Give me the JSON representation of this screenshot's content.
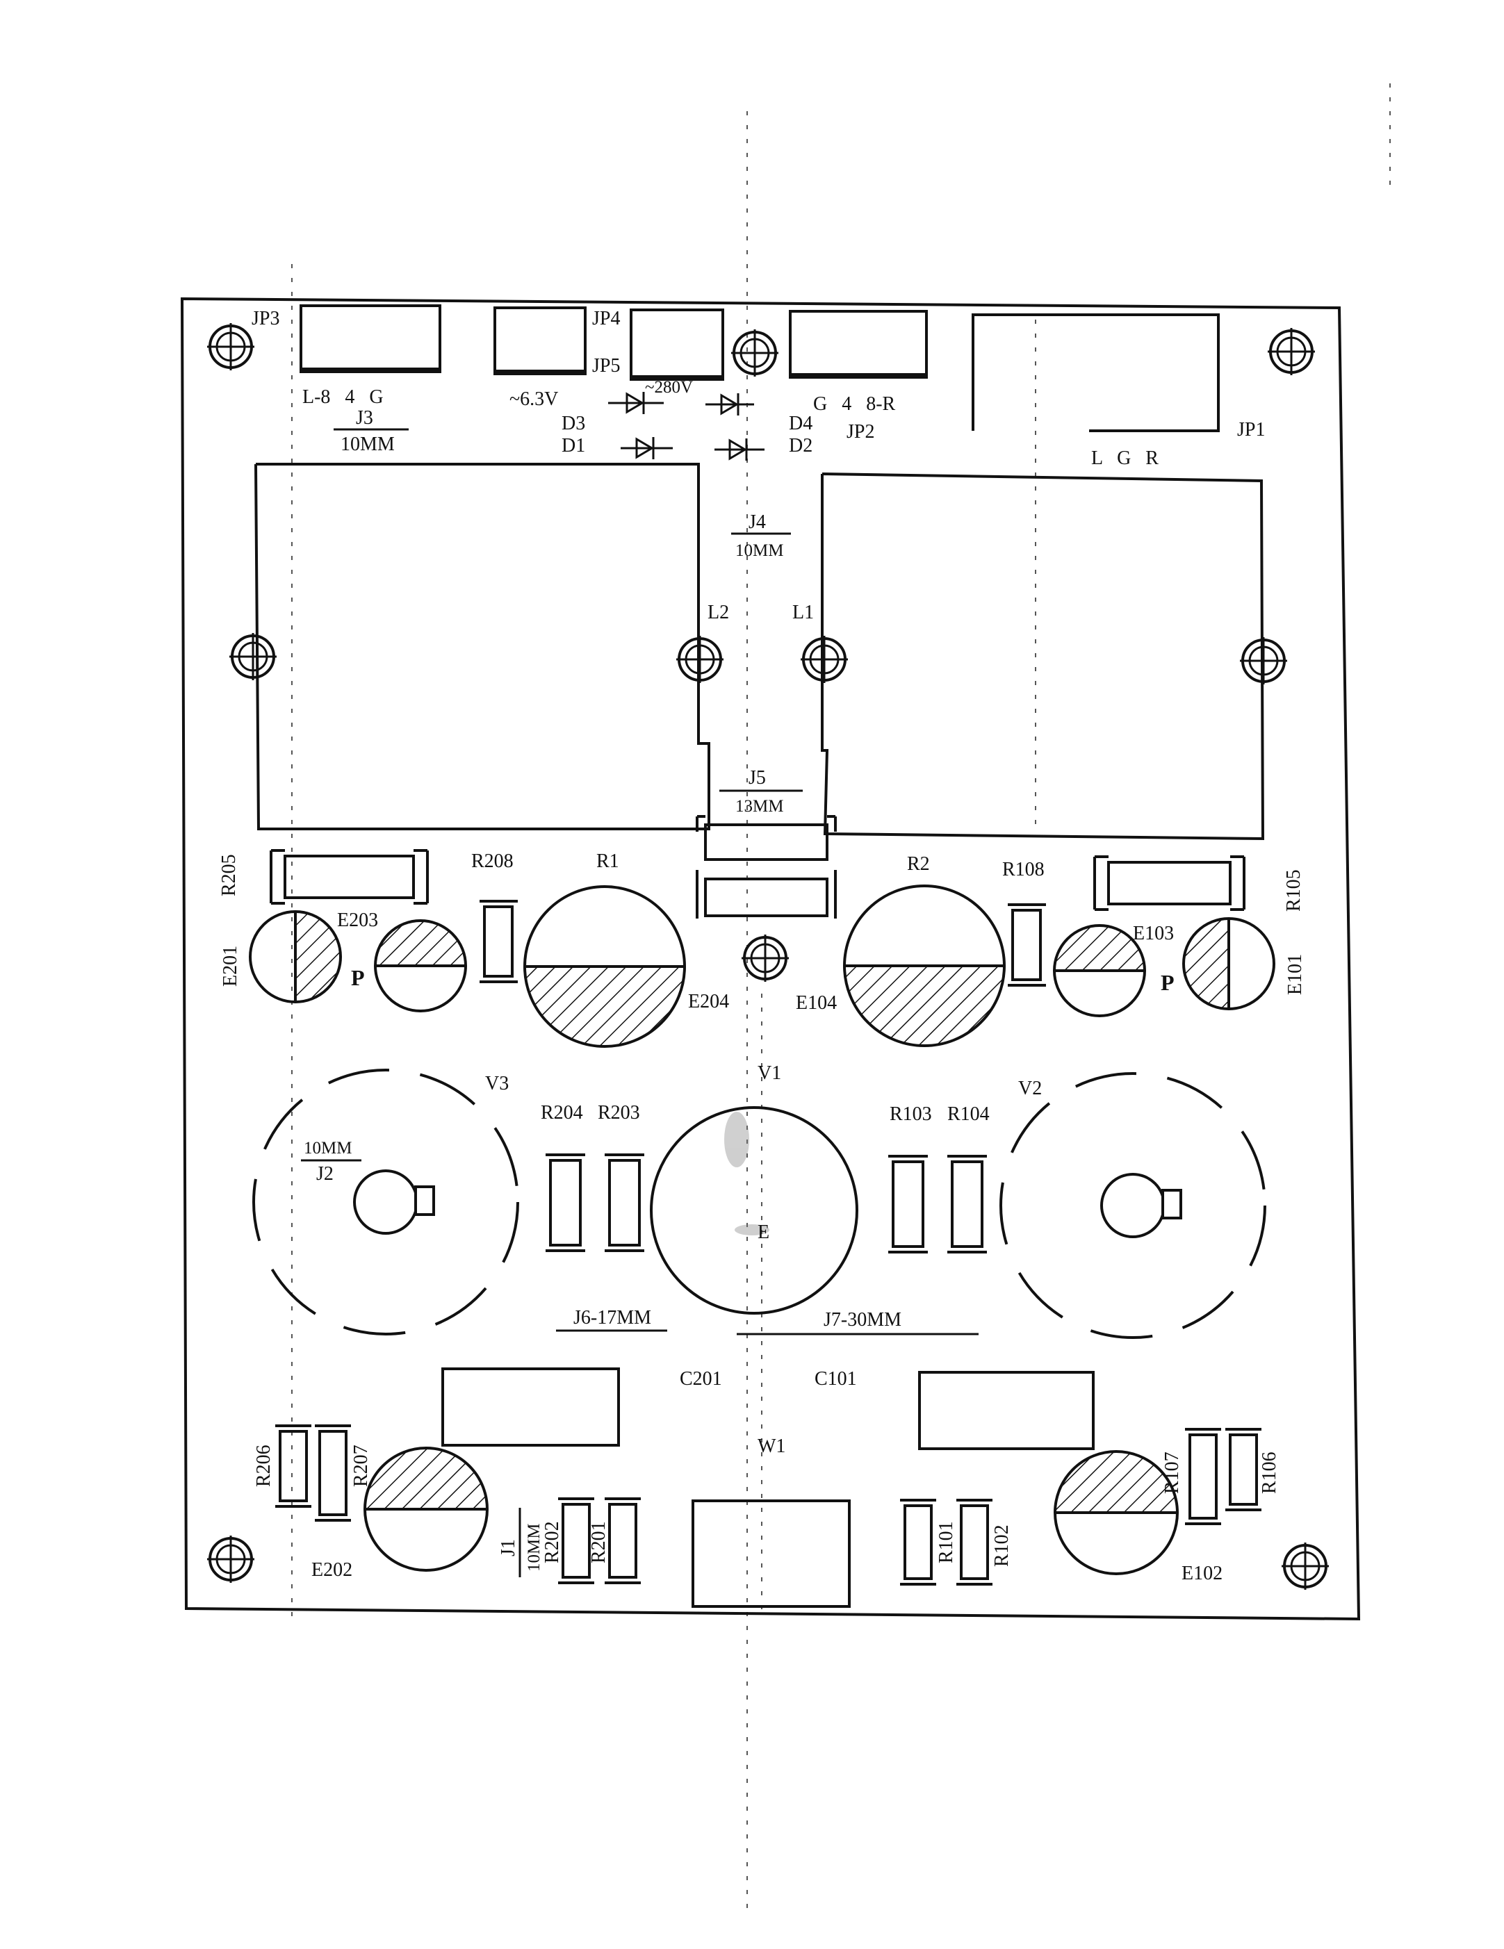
{
  "board": {
    "connectors": {
      "jp3": "JP3",
      "jp4": "JP4",
      "jp5": "JP5",
      "jp1": "JP1",
      "jp2": "JP2",
      "j3_pins": "L-8   4   G",
      "j3": "J3",
      "j3_len": "10MM",
      "heater": "~6.3V",
      "hv": "~280V",
      "jp2_pins": "G   4   8-R",
      "jp1_pins": "L   G   R",
      "j4": "J4",
      "j4_len": "10MM",
      "j5": "J5",
      "j5_len": "13MM",
      "j1": "J1",
      "j1_len": "10MM",
      "j2": "J2",
      "j2_len": "10MM",
      "j6": "J6-17MM",
      "j7": "J7-30MM",
      "w1": "W1"
    },
    "diodes": {
      "d3": "D3",
      "d1": "D1",
      "d4": "D4",
      "d2": "D2"
    },
    "transformers": {
      "l2": "L2",
      "l1": "L1"
    },
    "resistors": {
      "r205": "R205",
      "r208": "R208",
      "r1": "R1",
      "r2": "R2",
      "r108": "R108",
      "r105": "R105",
      "r204": "R204",
      "r203": "R203",
      "r103": "R103",
      "r104": "R104",
      "r206": "R206",
      "r207": "R207",
      "r202": "R202",
      "r201": "R201",
      "r101": "R101",
      "r102": "R102",
      "r107": "R107",
      "r106": "R106"
    },
    "capacitors": {
      "e201": "E201",
      "e203": "E203",
      "e204": "E204",
      "e104": "E104",
      "e103": "E103",
      "e101": "E101",
      "e202": "E202",
      "e102": "E102",
      "e": "E",
      "c201": "C201",
      "c101": "C101",
      "p": "P"
    },
    "tubes": {
      "v1": "V1",
      "v2": "V2",
      "v3": "V3"
    }
  }
}
